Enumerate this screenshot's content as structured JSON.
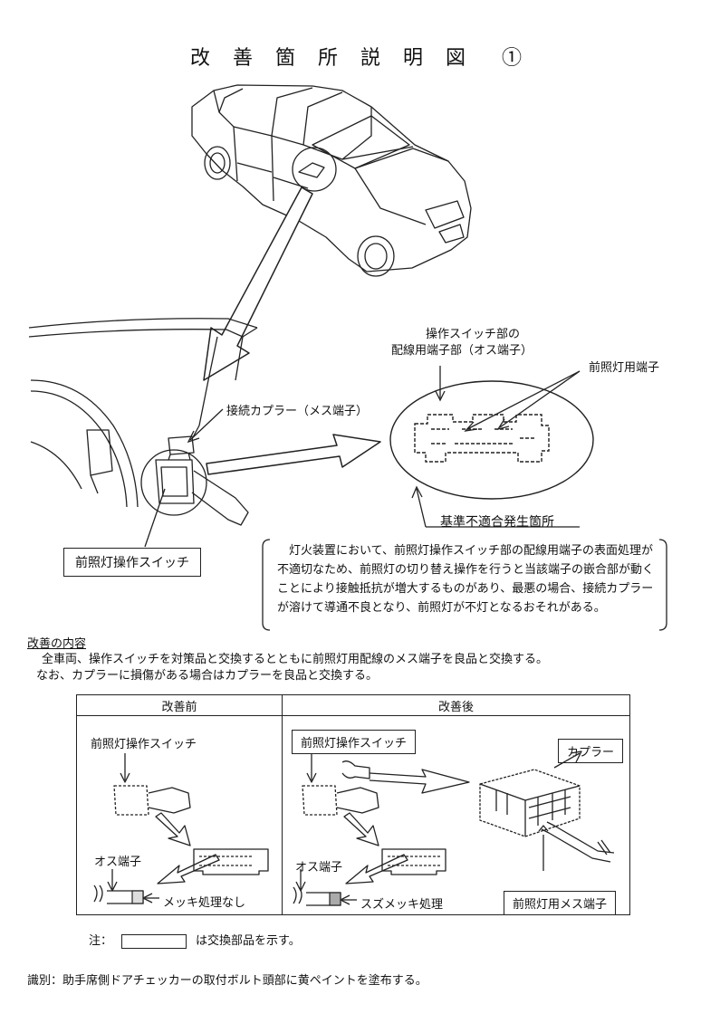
{
  "title": "改 善 箇 所 説 明 図　①",
  "illustration": {
    "switch_terminal_label_l1": "操作スイッチ部の",
    "switch_terminal_label_l2": "配線用端子部（オス端子）",
    "headlamp_terminal_label": "前照灯用端子",
    "coupler_label": "接続カプラー（メス端子）",
    "defect_location_label": "基準不適合発生箇所",
    "headlamp_switch_label": "前照灯操作スイッチ"
  },
  "description": "灯火装置において、前照灯操作スイッチ部の配線用端子の表面処理が不適切なため、前照灯の切り替え操作を行うと当該端子の嵌合部が動くことにより接触抵抗が増大するものがあり、最悪の場合、接続カプラーが溶けて導通不良となり、前照灯が不灯となるおそれがある。",
  "improvement": {
    "heading": "改善の内容",
    "line1": "全車両、操作スイッチを対策品と交換するとともに前照灯用配線のメス端子を良品と交換する。",
    "line2": "なお、カプラーに損傷がある場合はカプラーを良品と交換する。"
  },
  "comparison": {
    "before_header": "改善前",
    "after_header": "改善後",
    "before": {
      "switch_label": "前照灯操作スイッチ",
      "male_terminal_label": "オス端子",
      "plating_label": "メッキ処理なし"
    },
    "after": {
      "switch_label": "前照灯操作スイッチ",
      "male_terminal_label": "オス端子",
      "plating_label": "スズメッキ処理",
      "coupler_label": "カプラー",
      "female_terminal_label": "前照灯用メス端子"
    }
  },
  "note": {
    "prefix": "注：",
    "suffix": "は交換部品を示す。"
  },
  "identification": "識別：助手席側ドアチェッカーの取付ボルト頭部に黄ペイントを塗布する。"
}
